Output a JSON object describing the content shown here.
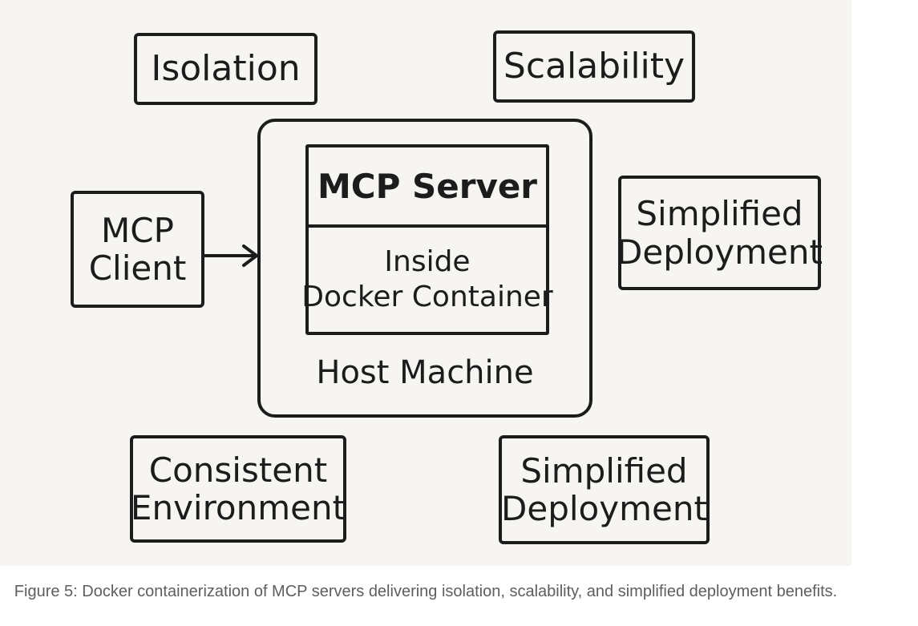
{
  "diagram": {
    "isolation": "Isolation",
    "scalability": "Scalability",
    "client": {
      "line1": "MCP",
      "line2": "Client"
    },
    "server": {
      "title": "MCP Server",
      "subtitle_line1": "Inside",
      "subtitle_line2": "Docker Container"
    },
    "host": "Host Machine",
    "simplified_right": {
      "line1": "Simplified",
      "line2": "Deployment"
    },
    "consistent": {
      "line1": "Consistent",
      "line2": "Environment"
    },
    "simplified_bottom": {
      "line1": "Simplified",
      "line2": "Deployment"
    }
  },
  "caption": "Figure 5: Docker containerization of MCP servers delivering isolation, scalability, and simplified deployment benefits.",
  "colors": {
    "ink": "#1c1c1c",
    "figure_background": "#f6f5f1",
    "caption_text": "#5e5e5e"
  }
}
